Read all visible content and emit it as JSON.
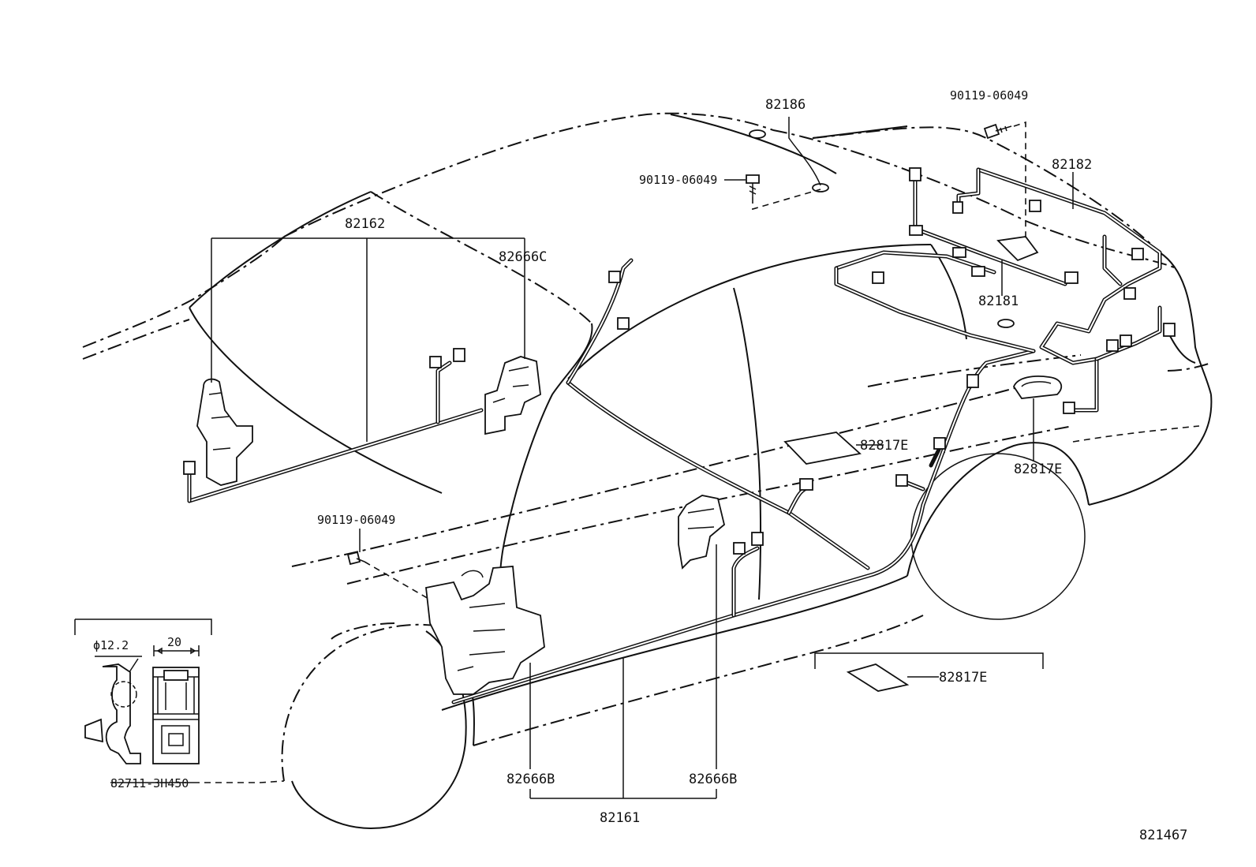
{
  "diagram_id": "821467",
  "labels": {
    "l82186": "82186",
    "l90119_top_right": "90119-06049",
    "l90119_top": "90119-06049",
    "l82182": "82182",
    "l82162": "82162",
    "l82666C": "82666C",
    "l82181": "82181",
    "l82817E_mid": "82817E",
    "l82817E_right": "82817E",
    "l90119_left": "90119-06049",
    "l82817E_inset": "82817E",
    "l82711": "82711-3H450",
    "l82666B_left": "82666B",
    "l82666B_right": "82666B",
    "l82161": "82161",
    "dim_dia": "ϕ12.2",
    "dim_width": "20"
  }
}
